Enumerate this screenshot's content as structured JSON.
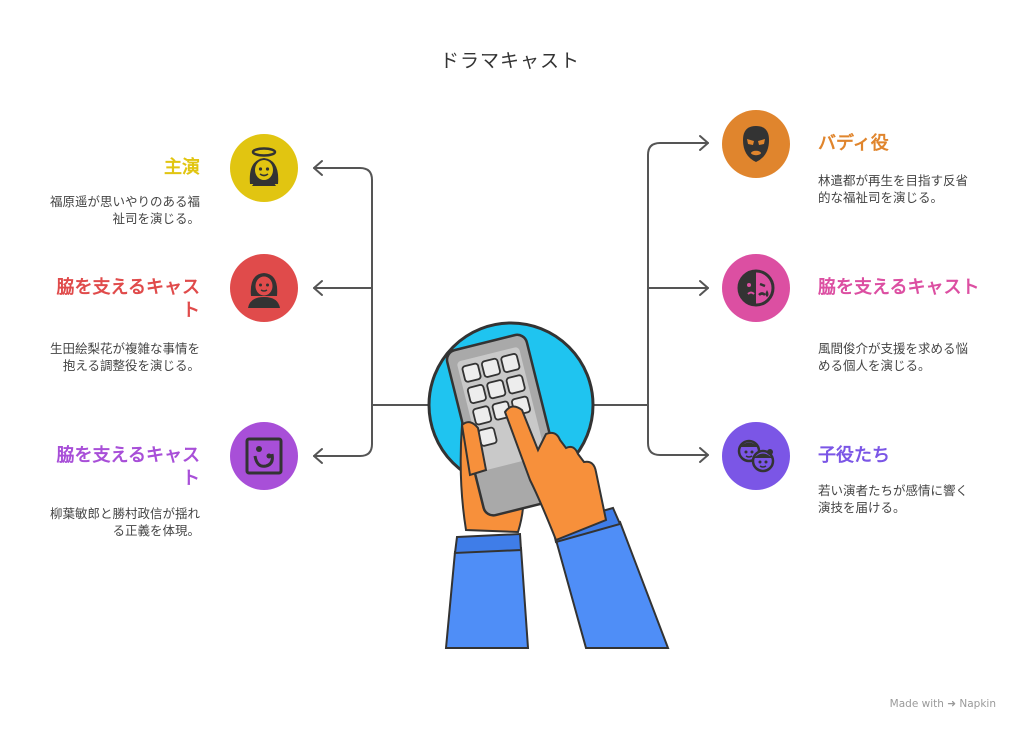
{
  "title": "ドラマキャスト",
  "left": [
    {
      "heading": "主演",
      "desc": "福原遥が思いやりのある福祉司を演じる。",
      "color": "#e1c511",
      "icon": "angel-face-icon"
    },
    {
      "heading": "脇を支えるキャスト",
      "desc": "生田絵梨花が複雑な事情を抱える調整役を演じる。",
      "color": "#e04b4b",
      "icon": "woman-portrait-icon"
    },
    {
      "heading": "脇を支えるキャスト",
      "desc": "柳葉敏郎と勝村政信が揺れる正義を体現。",
      "color": "#a84fd8",
      "icon": "framed-portrait-icon"
    }
  ],
  "right": [
    {
      "heading": "バディ役",
      "desc": "林遣都が再生を目指す反省的な福祉司を演じる。",
      "color": "#e0852d",
      "icon": "mask-icon"
    },
    {
      "heading": "脇を支えるキャスト",
      "desc": "風間俊介が支援を求める悩める個人を演じる。",
      "color": "#dc4fa2",
      "icon": "crying-face-icon"
    },
    {
      "heading": "子役たち",
      "desc": "若い演者たちが感情に響く演技を届ける。",
      "color": "#7b56e6",
      "icon": "children-faces-icon"
    }
  ],
  "center": {
    "icon": "hand-pressing-keypad-icon",
    "circle_color": "#1fc4f0"
  },
  "footer": {
    "made_with": "Made with",
    "brand": "Napkin"
  }
}
